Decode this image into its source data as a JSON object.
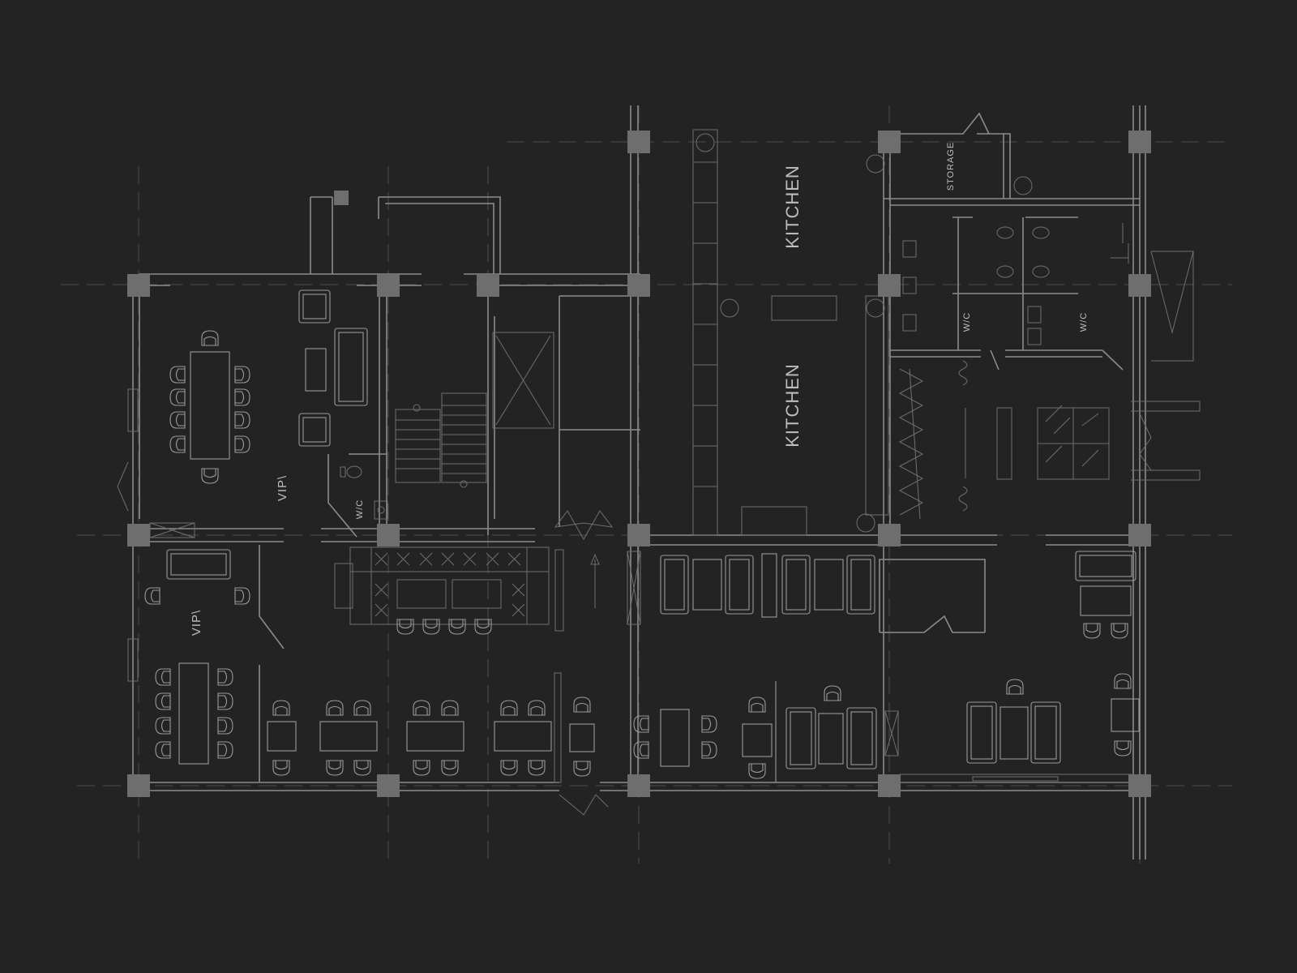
{
  "rooms": {
    "kitchen_upper": "KITCHEN",
    "kitchen_lower": "KITCHEN",
    "storage": "STORAGE",
    "wc_right_a": "W/C",
    "wc_right_b": "W/C",
    "wc_left": "W/C",
    "vip_upper": "VIP\\",
    "vip_lower": "VIP\\"
  },
  "colors": {
    "background": "#232323",
    "column": "#6e6e6e",
    "wall_line": "#8c8c8c",
    "grid_line": "#4c4c4c",
    "label": "#bdbdbd"
  },
  "icons": [
    "up-arrow-icon",
    "chair-icon",
    "sofa-icon",
    "toilet-icon",
    "sink-icon",
    "elevator-icon"
  ]
}
